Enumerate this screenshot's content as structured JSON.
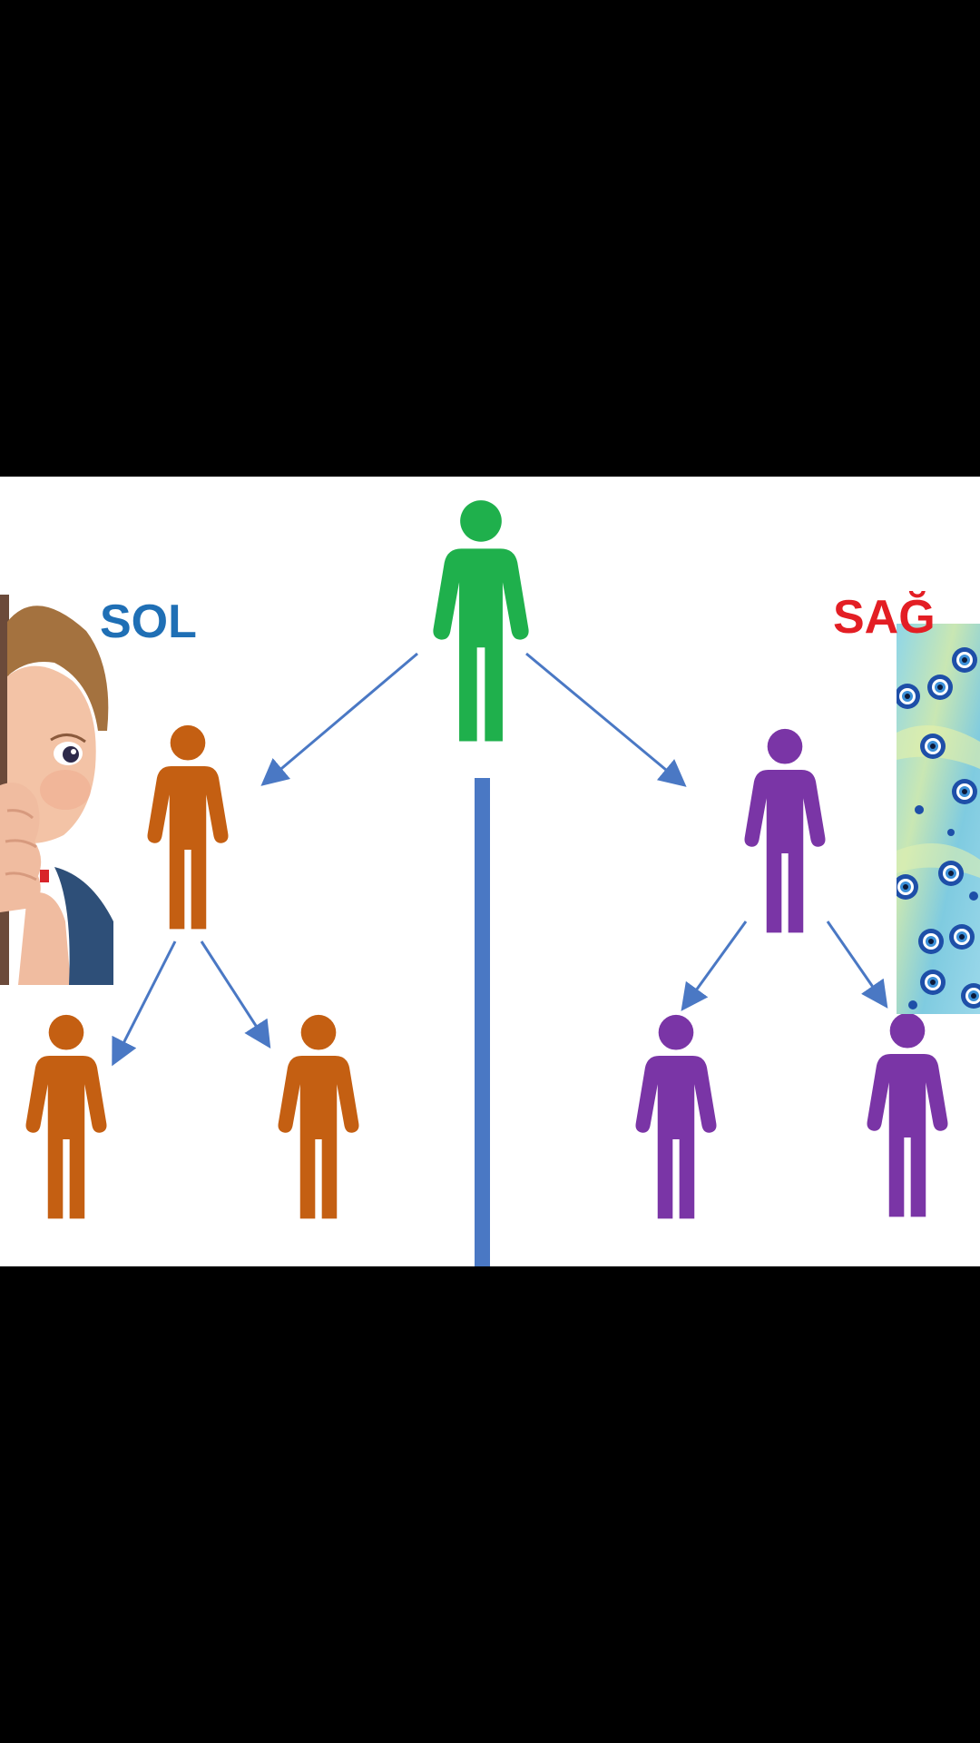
{
  "labels": {
    "left": "SOL",
    "right": "SAĞ"
  },
  "colors": {
    "background_outer": "#000000",
    "background_inner": "#ffffff",
    "label_left": "#1f6fb5",
    "label_right": "#e31e24",
    "root_person": "#1fb04c",
    "left_branch_person": "#c45f12",
    "right_branch_person": "#7a35a6",
    "arrow": "#4a78c4",
    "divider": "#4a78c4"
  },
  "icons": {
    "person": "person-icon",
    "arrow": "arrow-icon",
    "photo_left": "peeking-child-photo",
    "photo_right": "evil-eye-beads-photo"
  }
}
